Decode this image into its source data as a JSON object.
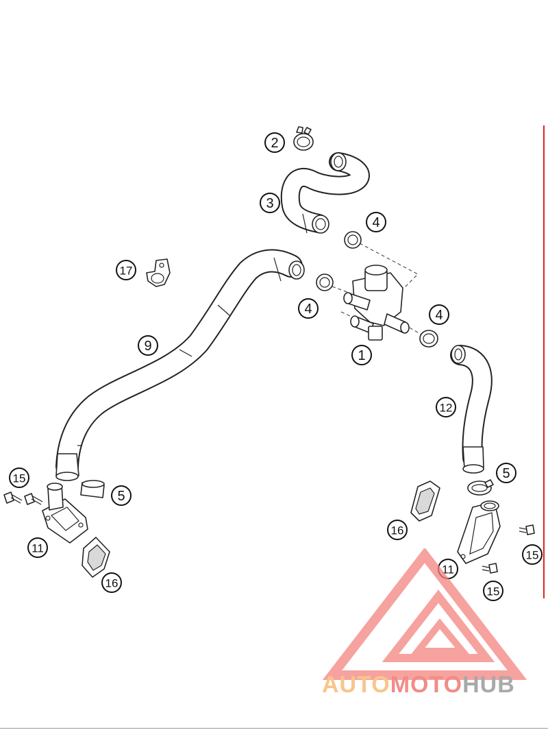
{
  "callouts": {
    "c1": "1",
    "c2": "2",
    "c3": "3",
    "c4a": "4",
    "c4b": "4",
    "c4c": "4",
    "c5a": "5",
    "c5b": "5",
    "c9": "9",
    "c11a": "11",
    "c11b": "11",
    "c12": "12",
    "c15a": "15",
    "c15b": "15",
    "c15c": "15",
    "c16a": "16",
    "c16b": "16",
    "c17": "17"
  },
  "watermark": {
    "brand_part1": "AUTO",
    "brand_part2": "MOTO",
    "brand_part3": "HUB",
    "color_auto": "#f9c58a",
    "color_moto": "#f28b87",
    "color_hub": "#a9a9a9",
    "triangle_color": "#f4837e"
  },
  "colors": {
    "edge_line": "#e02020"
  }
}
